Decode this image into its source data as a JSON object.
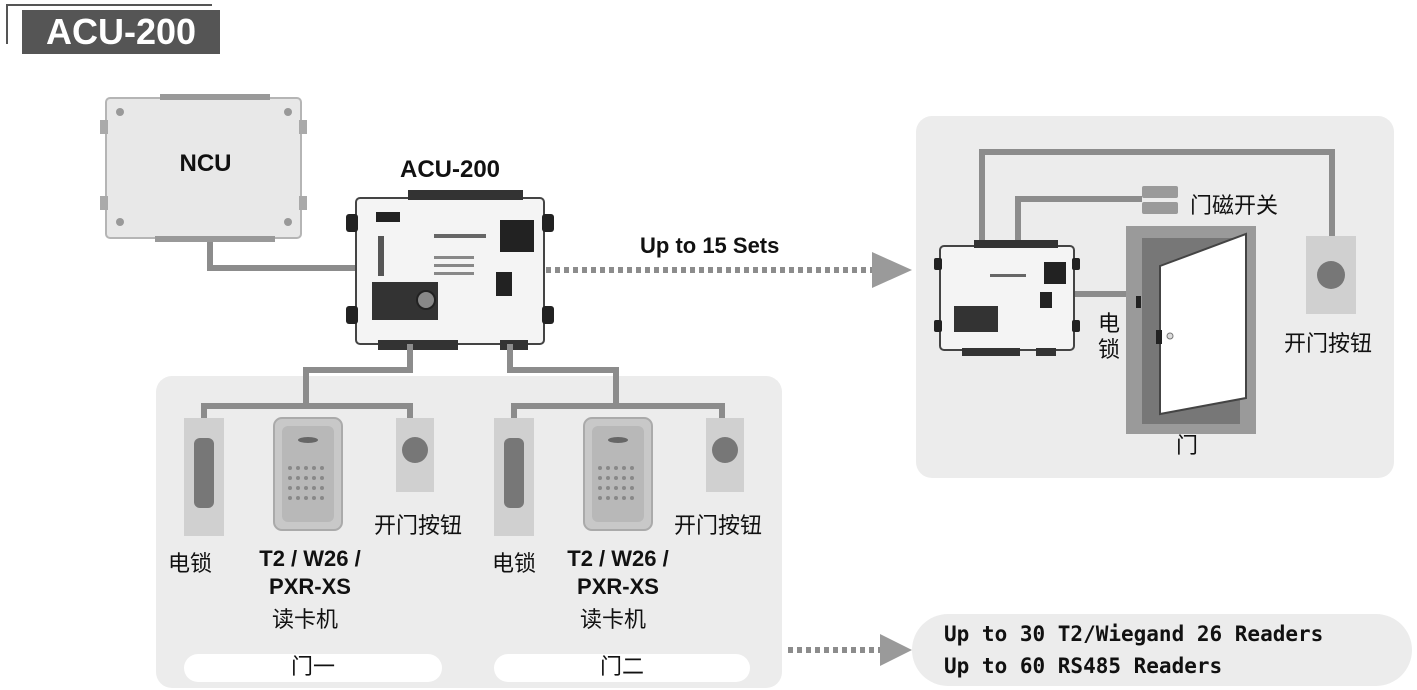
{
  "title": "ACU-200",
  "devices": {
    "ncu_label": "NCU",
    "acu_label": "ACU-200"
  },
  "connection_label": "Up to 15 Sets",
  "remote_door": {
    "door_sensor_label": "门磁开关",
    "lock_label_line1": "电",
    "lock_label_line2": "锁",
    "exit_button_label": "开门按钮",
    "door_label": "门"
  },
  "doors": [
    {
      "lock_label": "电锁",
      "reader_label_line1": "T2 / W26 /",
      "reader_label_line2": "PXR-XS",
      "reader_label_line3": "读卡机",
      "exit_button_label": "开门按钮",
      "door_name": "门一"
    },
    {
      "lock_label": "电锁",
      "reader_label_line1": "T2 / W26 /",
      "reader_label_line2": "PXR-XS",
      "reader_label_line3": "读卡机",
      "exit_button_label": "开门按钮",
      "door_name": "门二"
    }
  ],
  "capacity": {
    "line1": "Up to 30 T2/Wiegand 26 Readers",
    "line2": "Up to 60 RS485 Readers"
  },
  "colors": {
    "wire": "#8c8c8c",
    "panel": "#ececec",
    "badge": "#555555"
  }
}
